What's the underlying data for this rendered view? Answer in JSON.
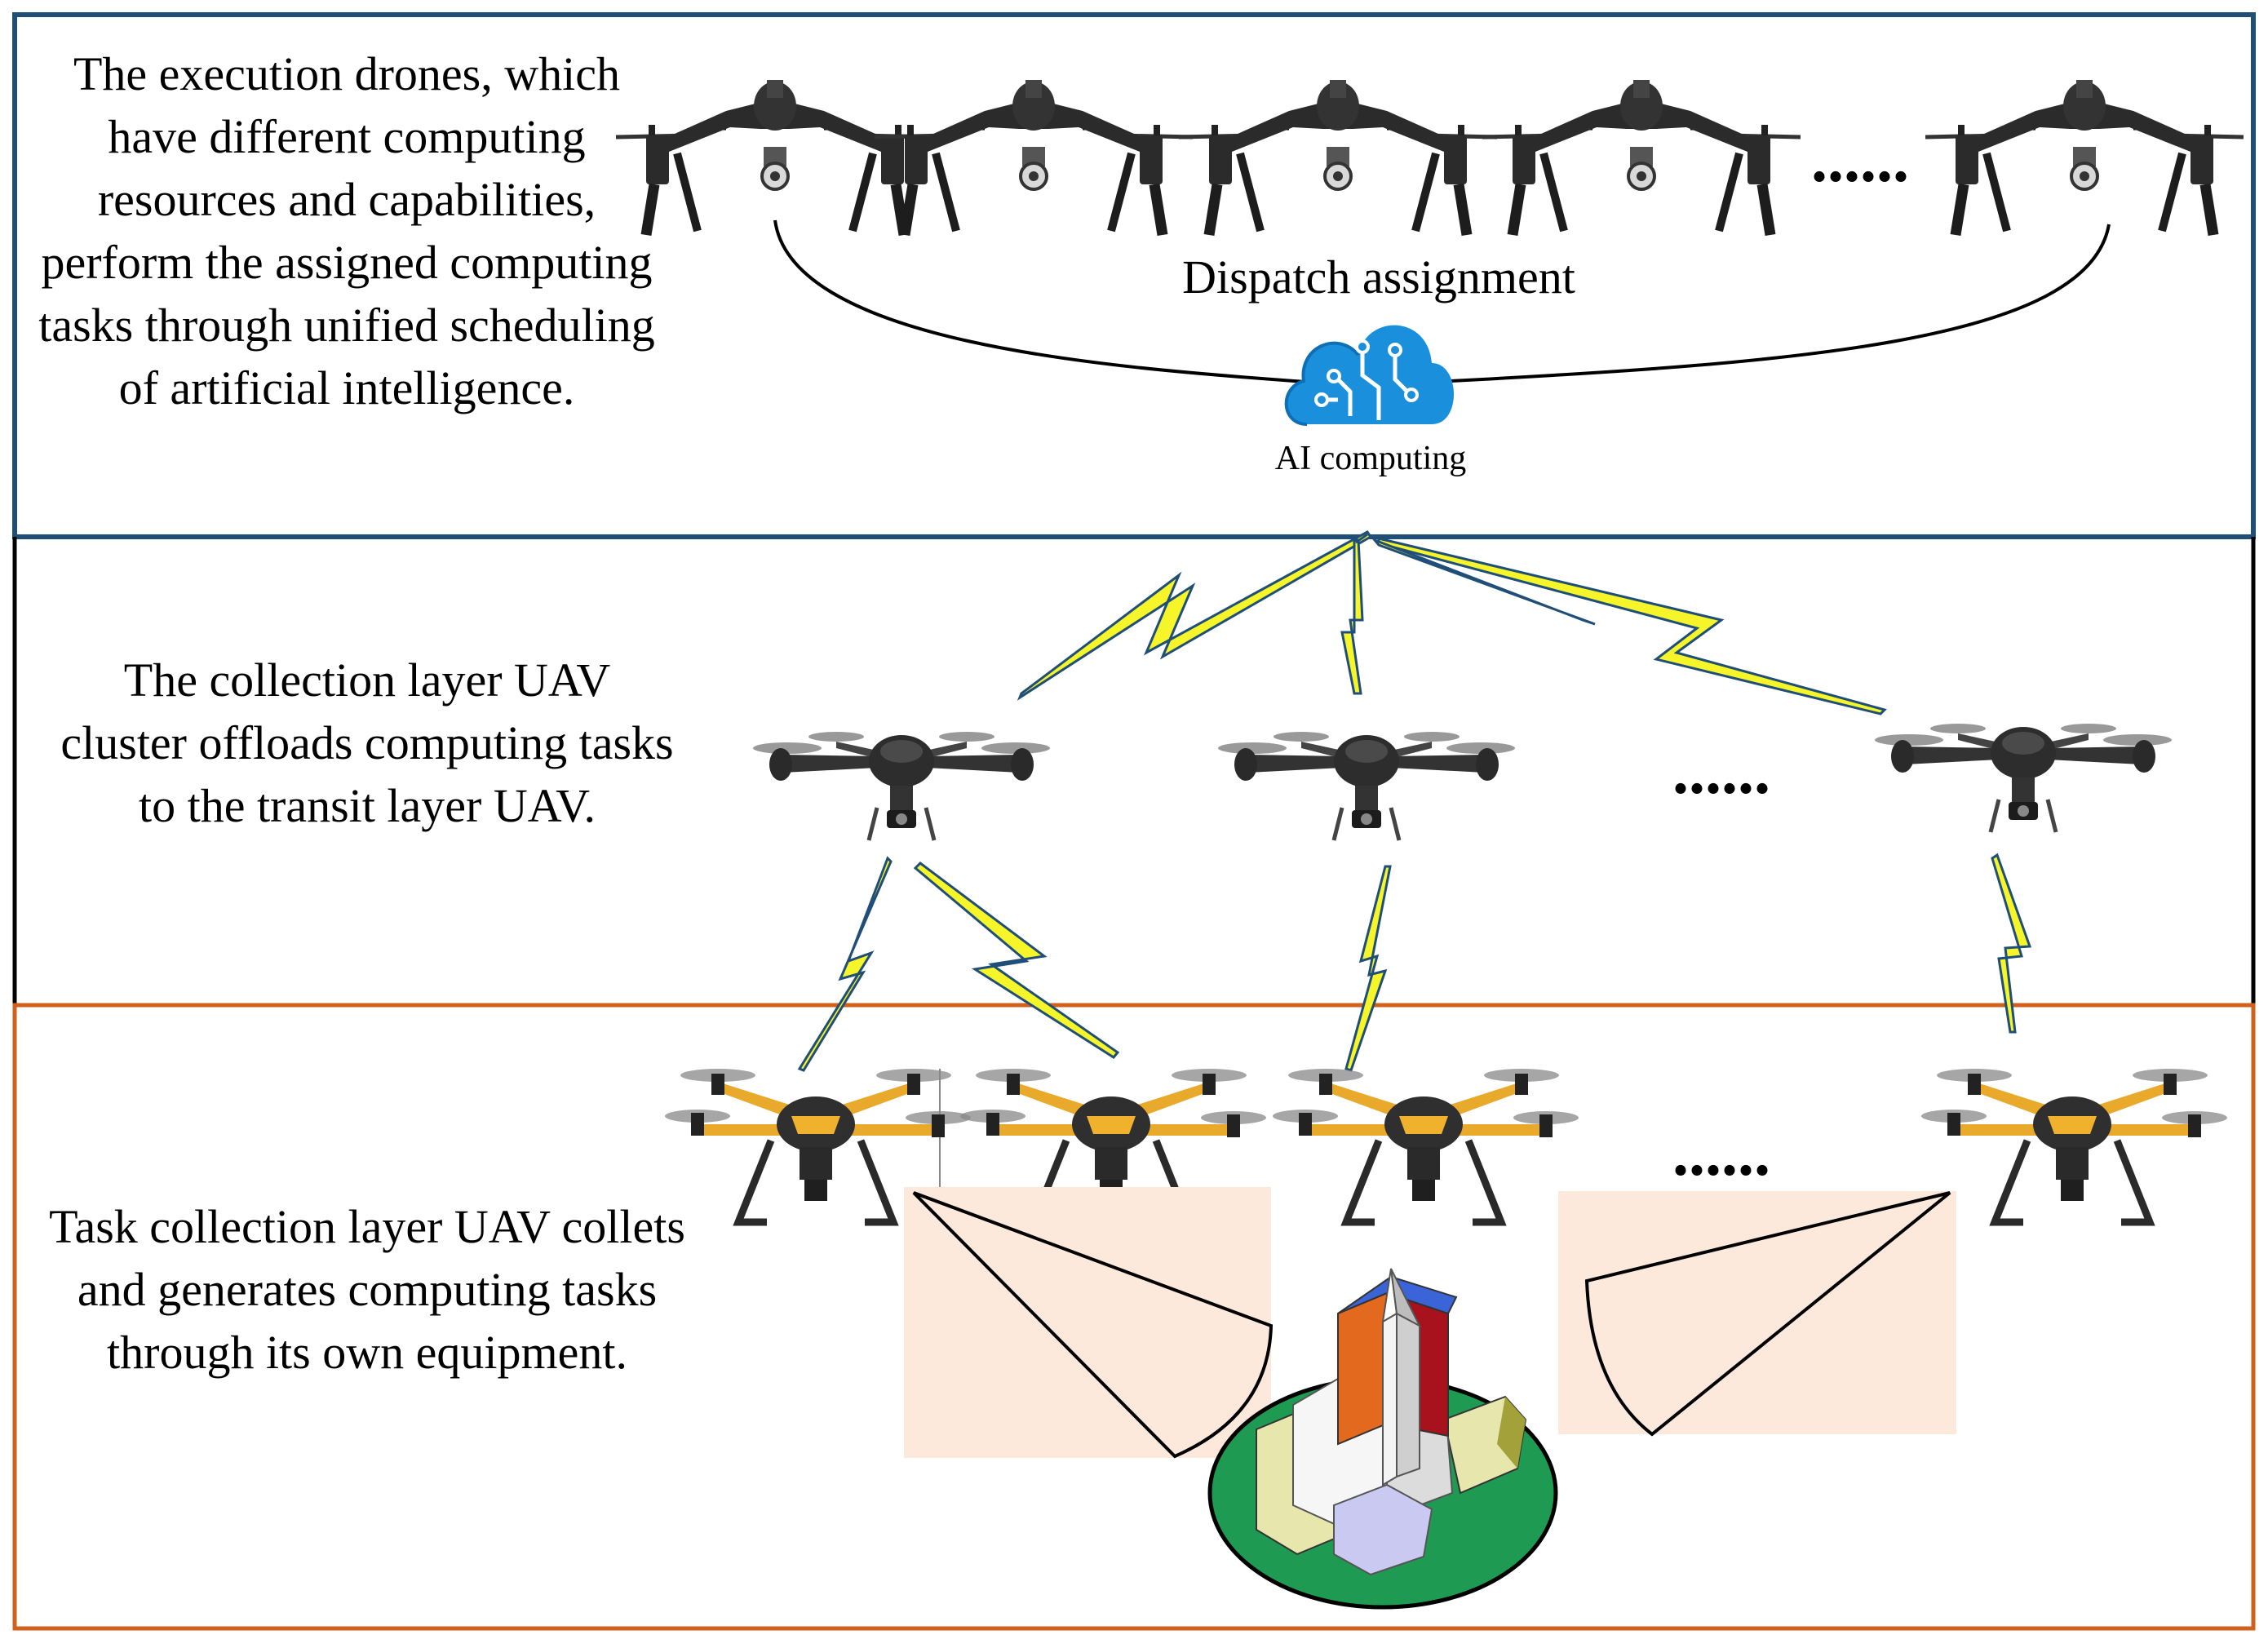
{
  "layers": {
    "execution": {
      "description": "The execution drones, which have different computing resources and capabilities, perform the assigned computing tasks through unified scheduling of artificial intelligence.",
      "dispatch_label": "Dispatch assignment",
      "ai_label": "AI computing",
      "ellipsis": "......"
    },
    "transit": {
      "description": "The collection layer UAV cluster offloads computing tasks to the transit layer UAV.",
      "ellipsis": "......"
    },
    "collection": {
      "description": "Task collection layer UAV collets and generates computing tasks through its own equipment.",
      "ellipsis": "......"
    }
  },
  "icons": [
    "dji-inspire-drone-icon",
    "hexo-quadcopter-icon",
    "yellow-quadcopter-icon",
    "ai-cloud-icon",
    "church-building-icon",
    "lightning-link-icon"
  ],
  "colors": {
    "execution_border": "#1f4e79",
    "transit_border": "#000000",
    "collection_border": "#d0601b",
    "sensing_area": "#fde9dc",
    "link_fill": "#f5f52a",
    "link_stroke": "#1f4e79",
    "ai_cloud": "#1a8fdc",
    "ground": "#1e9a52"
  }
}
